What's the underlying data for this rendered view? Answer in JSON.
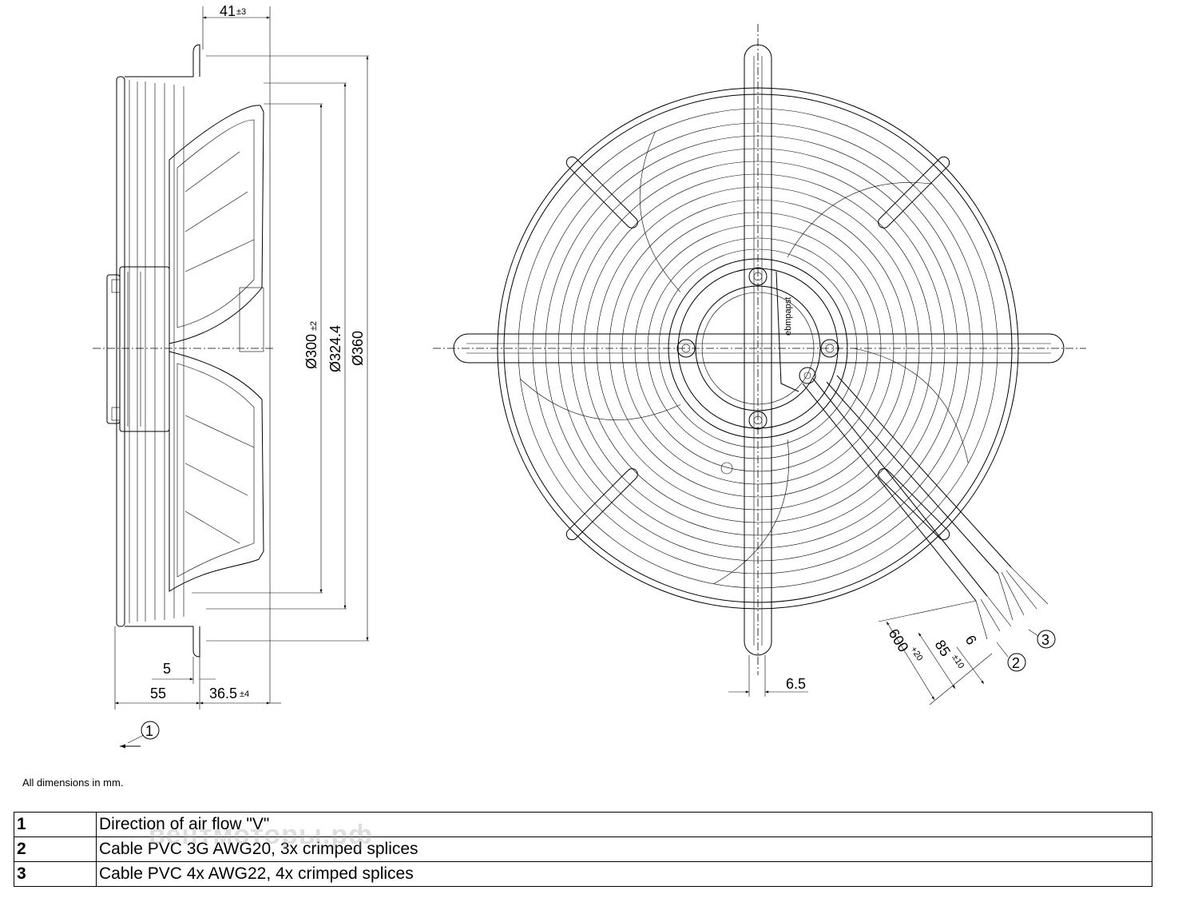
{
  "dimensions": {
    "d41": {
      "value": "41",
      "tol": "±3"
    },
    "d300": {
      "value": "Ø300",
      "tol": "±2"
    },
    "d324": {
      "value": "Ø324.4"
    },
    "d360": {
      "value": "Ø360"
    },
    "d5": {
      "value": "5"
    },
    "d55": {
      "value": "55"
    },
    "d365": {
      "value": "36.5",
      "tol": "±4"
    },
    "d65": {
      "value": "6.5"
    },
    "d600": {
      "value": "600",
      "tol": "+20"
    },
    "d85": {
      "value": "85",
      "tol": "±10"
    },
    "d6": {
      "value": "6"
    }
  },
  "callouts": {
    "c1": "1",
    "c2": "2",
    "c3": "3"
  },
  "note": "All dimensions in mm.",
  "legend": [
    {
      "num": "1",
      "text": "Direction of air flow \"V\""
    },
    {
      "num": "2",
      "text": "Cable PVC 3G AWG20, 3x crimped splices"
    },
    {
      "num": "3",
      "text": "Cable PVC 4x AWG22, 4x crimped splices"
    }
  ],
  "watermark": "вентмоторы.рф",
  "label_ebmpapst": "ebmpapst"
}
